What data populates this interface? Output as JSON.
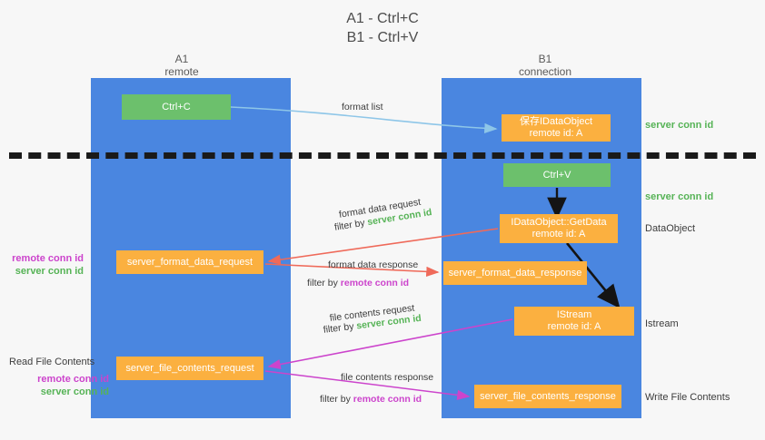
{
  "title": {
    "line1": "A1 - Ctrl+C",
    "line2": "B1 - Ctrl+V"
  },
  "columns": {
    "left": {
      "name": "A1",
      "role": "remote"
    },
    "right": {
      "name": "B1",
      "role": "connection"
    }
  },
  "nodes": {
    "ctrl_c": {
      "line1": "Ctrl+C",
      "line2": "",
      "color": "#6cc06c"
    },
    "idataobject": {
      "line1": "保存IDataObject",
      "line2": "remote id: A",
      "color": "#fbb040"
    },
    "ctrl_v": {
      "line1": "Ctrl+V",
      "line2": "",
      "color": "#6cc06c"
    },
    "getdata": {
      "line1": "IDataObject::GetData",
      "line2": "remote id: A",
      "color": "#fbb040"
    },
    "fmt_data_request": {
      "line1": "server_format_data_request",
      "line2": "",
      "color": "#fbb040"
    },
    "fmt_data_response": {
      "line1": "server_format_data_response",
      "line2": "",
      "color": "#fbb040"
    },
    "istream": {
      "line1": "IStream",
      "line2": "remote id: A",
      "color": "#fbb040"
    },
    "file_req": {
      "line1": "server_file_contents_request",
      "line2": "",
      "color": "#fbb040"
    },
    "file_resp": {
      "line1": "server_file_contents_response",
      "line2": "",
      "color": "#fbb040"
    }
  },
  "edges": {
    "format_list": "format list",
    "format_data_request": "format data request",
    "format_data_request_filter_prefix": "filter by ",
    "format_data_request_filter_value": "server conn id",
    "format_data_response": "format data response",
    "format_data_response_filter_prefix": "filter by ",
    "format_data_response_filter_value": "remote conn id",
    "file_contents_request": "file contents request",
    "file_contents_request_filter_prefix": "filter by ",
    "file_contents_request_filter_value": "server conn id",
    "file_contents_response": "file contents response",
    "file_contents_response_filter_prefix": "filter by ",
    "file_contents_response_filter_value": "remote conn id"
  },
  "annotations": {
    "right": {
      "server_conn_id_top": "server conn id",
      "server_conn_id_mid": "server conn id",
      "dataobject": "DataObject",
      "istream": "Istream",
      "write_file_contents": "Write File Contents"
    },
    "left": {
      "remote_conn_id_1": "remote conn id",
      "server_conn_id_1": "server conn id",
      "read_file_contents": "Read File Contents",
      "remote_conn_id_2": "remote conn id",
      "server_conn_id_2": "server conn id"
    }
  },
  "colors": {
    "lane": "#4a86e0",
    "green_node": "#6cc06c",
    "orange_node": "#fbb040",
    "green_text": "#56b356",
    "magenta_text": "#cc44cc",
    "arrow_lightblue": "#8ec6e8",
    "arrow_red": "#ef6a5a",
    "arrow_magenta": "#cc44cc",
    "arrow_black": "#141414",
    "background": "#f7f7f7"
  }
}
